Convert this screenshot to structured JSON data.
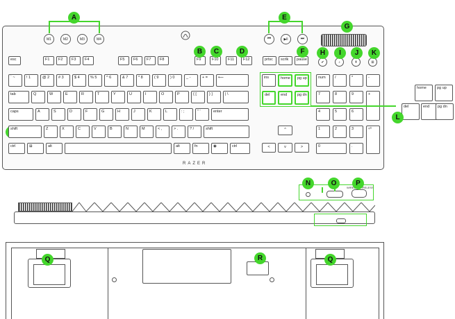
{
  "callouts": {
    "A": "A",
    "B": "B",
    "C": "C",
    "D": "D",
    "E": "E",
    "F": "F",
    "G": "G",
    "H": "H",
    "I": "I",
    "J": "J",
    "K": "K",
    "L": "L",
    "M": "M",
    "N": "N",
    "O": "O",
    "P": "P",
    "Q1": "Q",
    "Q2": "Q",
    "R": "R"
  },
  "macro_keys": [
    "M1",
    "M2",
    "M3",
    "M4"
  ],
  "media_keys": [
    "⏮",
    "▶ll",
    "⏭"
  ],
  "brand": "RAZER",
  "rows": {
    "fn": [
      "esc",
      "F1",
      "F2",
      "F3",
      "F4",
      "F5",
      "F6",
      "F7",
      "F8",
      "F9",
      "F10",
      "F11",
      "F12",
      "prtsc",
      "scrlk",
      "pause"
    ],
    "num": [
      "` ~",
      "! 1",
      "@ 2",
      "# 3",
      "$ 4",
      "% 5",
      "^ 6",
      "& 7",
      "* 8",
      "( 9",
      ") 0",
      "_ -",
      "+ =",
      "⟵"
    ],
    "top": [
      "tab",
      "Q",
      "W",
      "E",
      "R",
      "T",
      "Y",
      "U",
      "I",
      "O",
      "P",
      "{ [",
      "} ]",
      "| \\"
    ],
    "home": [
      "caps",
      "A",
      "S",
      "D",
      "F",
      "G",
      "H",
      "J",
      "K",
      "L",
      ": ;",
      "\" '",
      "enter"
    ],
    "shift": [
      "shift",
      "Z",
      "X",
      "C",
      "V",
      "B",
      "N",
      "M",
      "< ,",
      "> .",
      "? /",
      "shift"
    ],
    "bottom": [
      "ctrl",
      "⊞",
      "alt",
      "",
      "alt",
      "fn",
      "◉",
      "ctrl"
    ],
    "nav": [
      "ins",
      "home",
      "pg up",
      "del",
      "end",
      "pg dn"
    ],
    "arrows": [
      "^",
      "<",
      "v",
      ">"
    ],
    "numpad_top": [
      "num",
      "/",
      "*",
      "-"
    ],
    "numpad": [
      "7",
      "8",
      "9",
      "4",
      "5",
      "6",
      "1",
      "2",
      "3",
      "0",
      ".",
      "+",
      "⏎"
    ],
    "indicators": [
      "✔",
      "♪",
      "⇞",
      "⊞"
    ]
  },
  "enlarged_nav": [
    "home",
    "pg up",
    "del",
    "end",
    "pg dn"
  ],
  "side_labels": {
    "wired": "WIRED",
    "wireless": "WIRELESS"
  },
  "accent": "#44d62c"
}
